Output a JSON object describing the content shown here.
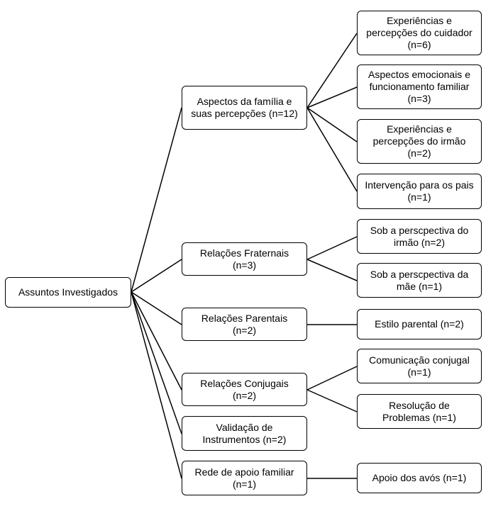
{
  "root": {
    "label": "Assuntos Investigados"
  },
  "categories": [
    {
      "label": "Aspectos da família e\nsuas percepções (n=12)",
      "children": [
        "Experiências e\npercepções do cuidador\n(n=6)",
        "Aspectos emocionais e\nfuncionamento familiar\n(n=3)",
        "Experiências e\npercepções do irmão\n(n=2)",
        "Intervenção para os pais\n(n=1)"
      ]
    },
    {
      "label": "Relações Fraternais\n(n=3)",
      "children": [
        "Sob a perscpectiva do\nirmão (n=2)",
        "Sob a perscpectiva da\nmãe (n=1)"
      ]
    },
    {
      "label": "Relações Parentais\n(n=2)",
      "children": [
        "Estilo parental (n=2)"
      ]
    },
    {
      "label": "Relações Conjugais\n(n=2)",
      "children": [
        "Comunicação conjugal\n(n=1)",
        "Resolução de\nProblemas (n=1)"
      ]
    },
    {
      "label": "Validação de\nInstrumentos (n=2)",
      "children": []
    },
    {
      "label": "Rede de apoio familiar\n(n=1)",
      "children": [
        "Apoio dos avós (n=1)"
      ]
    }
  ]
}
